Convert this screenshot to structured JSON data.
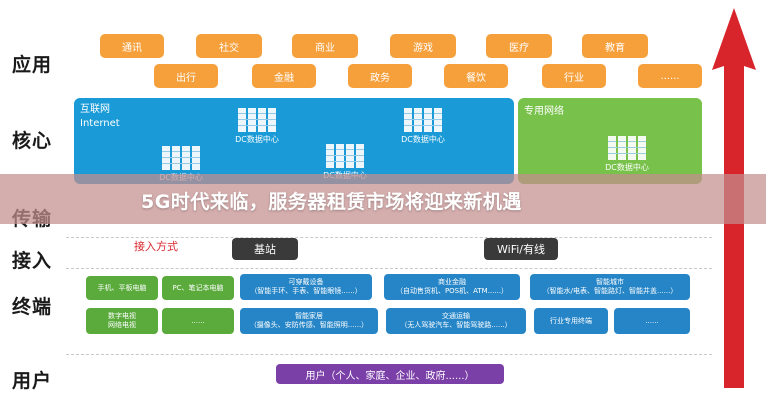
{
  "layers": {
    "application": "应用",
    "core": "核心",
    "transport": "传输",
    "access": "接入",
    "terminal": "终端",
    "user": "用户"
  },
  "application": {
    "row1": [
      "通讯",
      "社交",
      "商业",
      "游戏",
      "医疗",
      "教育"
    ],
    "row2": [
      "出行",
      "金融",
      "政务",
      "餐饮",
      "行业",
      "......"
    ]
  },
  "core": {
    "internet_title_cn": "互联网",
    "internet_title_en": "Internet",
    "private_title": "专用网络",
    "dc_label": "DC数据中心"
  },
  "banner": "5G时代来临，服务器租赁市场将迎来新机遇",
  "access": {
    "method_label": "接入方式",
    "base_station": "基站",
    "wifi": "WiFi/有线"
  },
  "terminal": {
    "green_row1": [
      "手机、平板电脑",
      "PC、笔记本电脑"
    ],
    "green_row2": [
      "数字电视\n网络电视",
      "......"
    ],
    "blue_row1": [
      {
        "title": "可穿戴设备",
        "sub": "（智能手环、手表、智能眼镜......）"
      },
      {
        "title": "商业金融",
        "sub": "（自动售货机、POS机、ATM......）"
      },
      {
        "title": "智能城市",
        "sub": "（智能水/电表、智能路灯、智能井盖......）"
      }
    ],
    "blue_row2": [
      {
        "title": "智能家居",
        "sub": "（摄像头、安防传感、智能照明......）"
      },
      {
        "title": "交通运输",
        "sub": "（无人驾驶汽车、智能驾驶路......）"
      },
      {
        "title": "行业专用终端",
        "sub": ""
      },
      {
        "title": "......",
        "sub": ""
      }
    ]
  },
  "user_bar": "用户（个人、家庭、企业、政府......）",
  "colors": {
    "orange": "#f6a03c",
    "internet_blue": "#1a9ad6",
    "private_green": "#78c14a",
    "terminal_green": "#5aaa3c",
    "terminal_blue": "#2585c7",
    "user_purple": "#7b3fa8",
    "arrow_red": "#d8252c"
  }
}
